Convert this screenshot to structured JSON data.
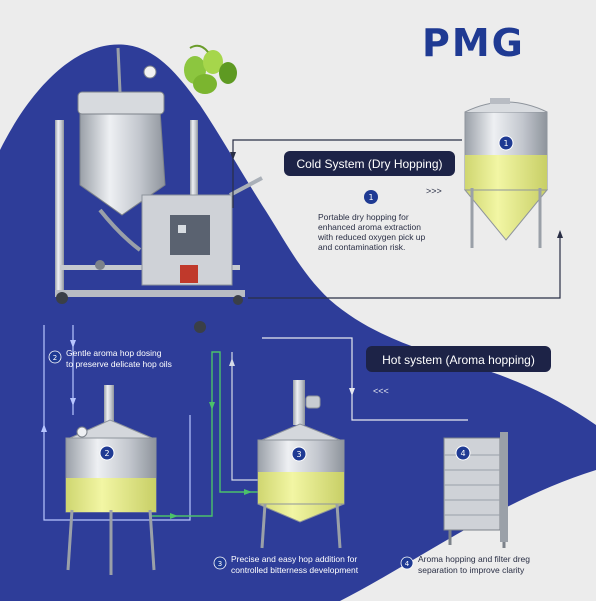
{
  "brand": {
    "logo_text": "PMG",
    "color": "#1f3a93"
  },
  "colors": {
    "background": "#ececec",
    "wave": "#2e3d99",
    "pill": "#1d2347",
    "liquid": "#e9f08d",
    "green_flow": "#4cc26a",
    "steel": "#c9ccd2"
  },
  "cold_system": {
    "label": "Cold System (Dry Hopping)",
    "step": "1",
    "arrows": ">>>",
    "description": [
      "Portable dry hopping for",
      "enhanced aroma extraction",
      "with reduced oxygen pick up",
      "and contamination risk."
    ]
  },
  "hot_system": {
    "label": "Hot system (Aroma hopping)",
    "arrows": "<<<"
  },
  "steps": [
    {
      "number": "2",
      "lines": [
        "Gentle aroma hop dosing",
        "to preserve delicate hop oils"
      ]
    },
    {
      "number": "3",
      "lines": [
        "Precise and easy hop addition for",
        "controlled bitterness development"
      ]
    },
    {
      "number": "4",
      "lines": [
        "Aroma hopping and filter dreg",
        "separation to improve clarity"
      ]
    }
  ],
  "tank_badges": [
    "1",
    "2",
    "3",
    "4"
  ],
  "icons": [
    "hop-cones-icon",
    "dry-hopping-cart-icon",
    "fermenter-tank-icon",
    "whirlpool-tank-icon",
    "boil-kettle-icon",
    "plate-heat-exchanger-icon"
  ]
}
